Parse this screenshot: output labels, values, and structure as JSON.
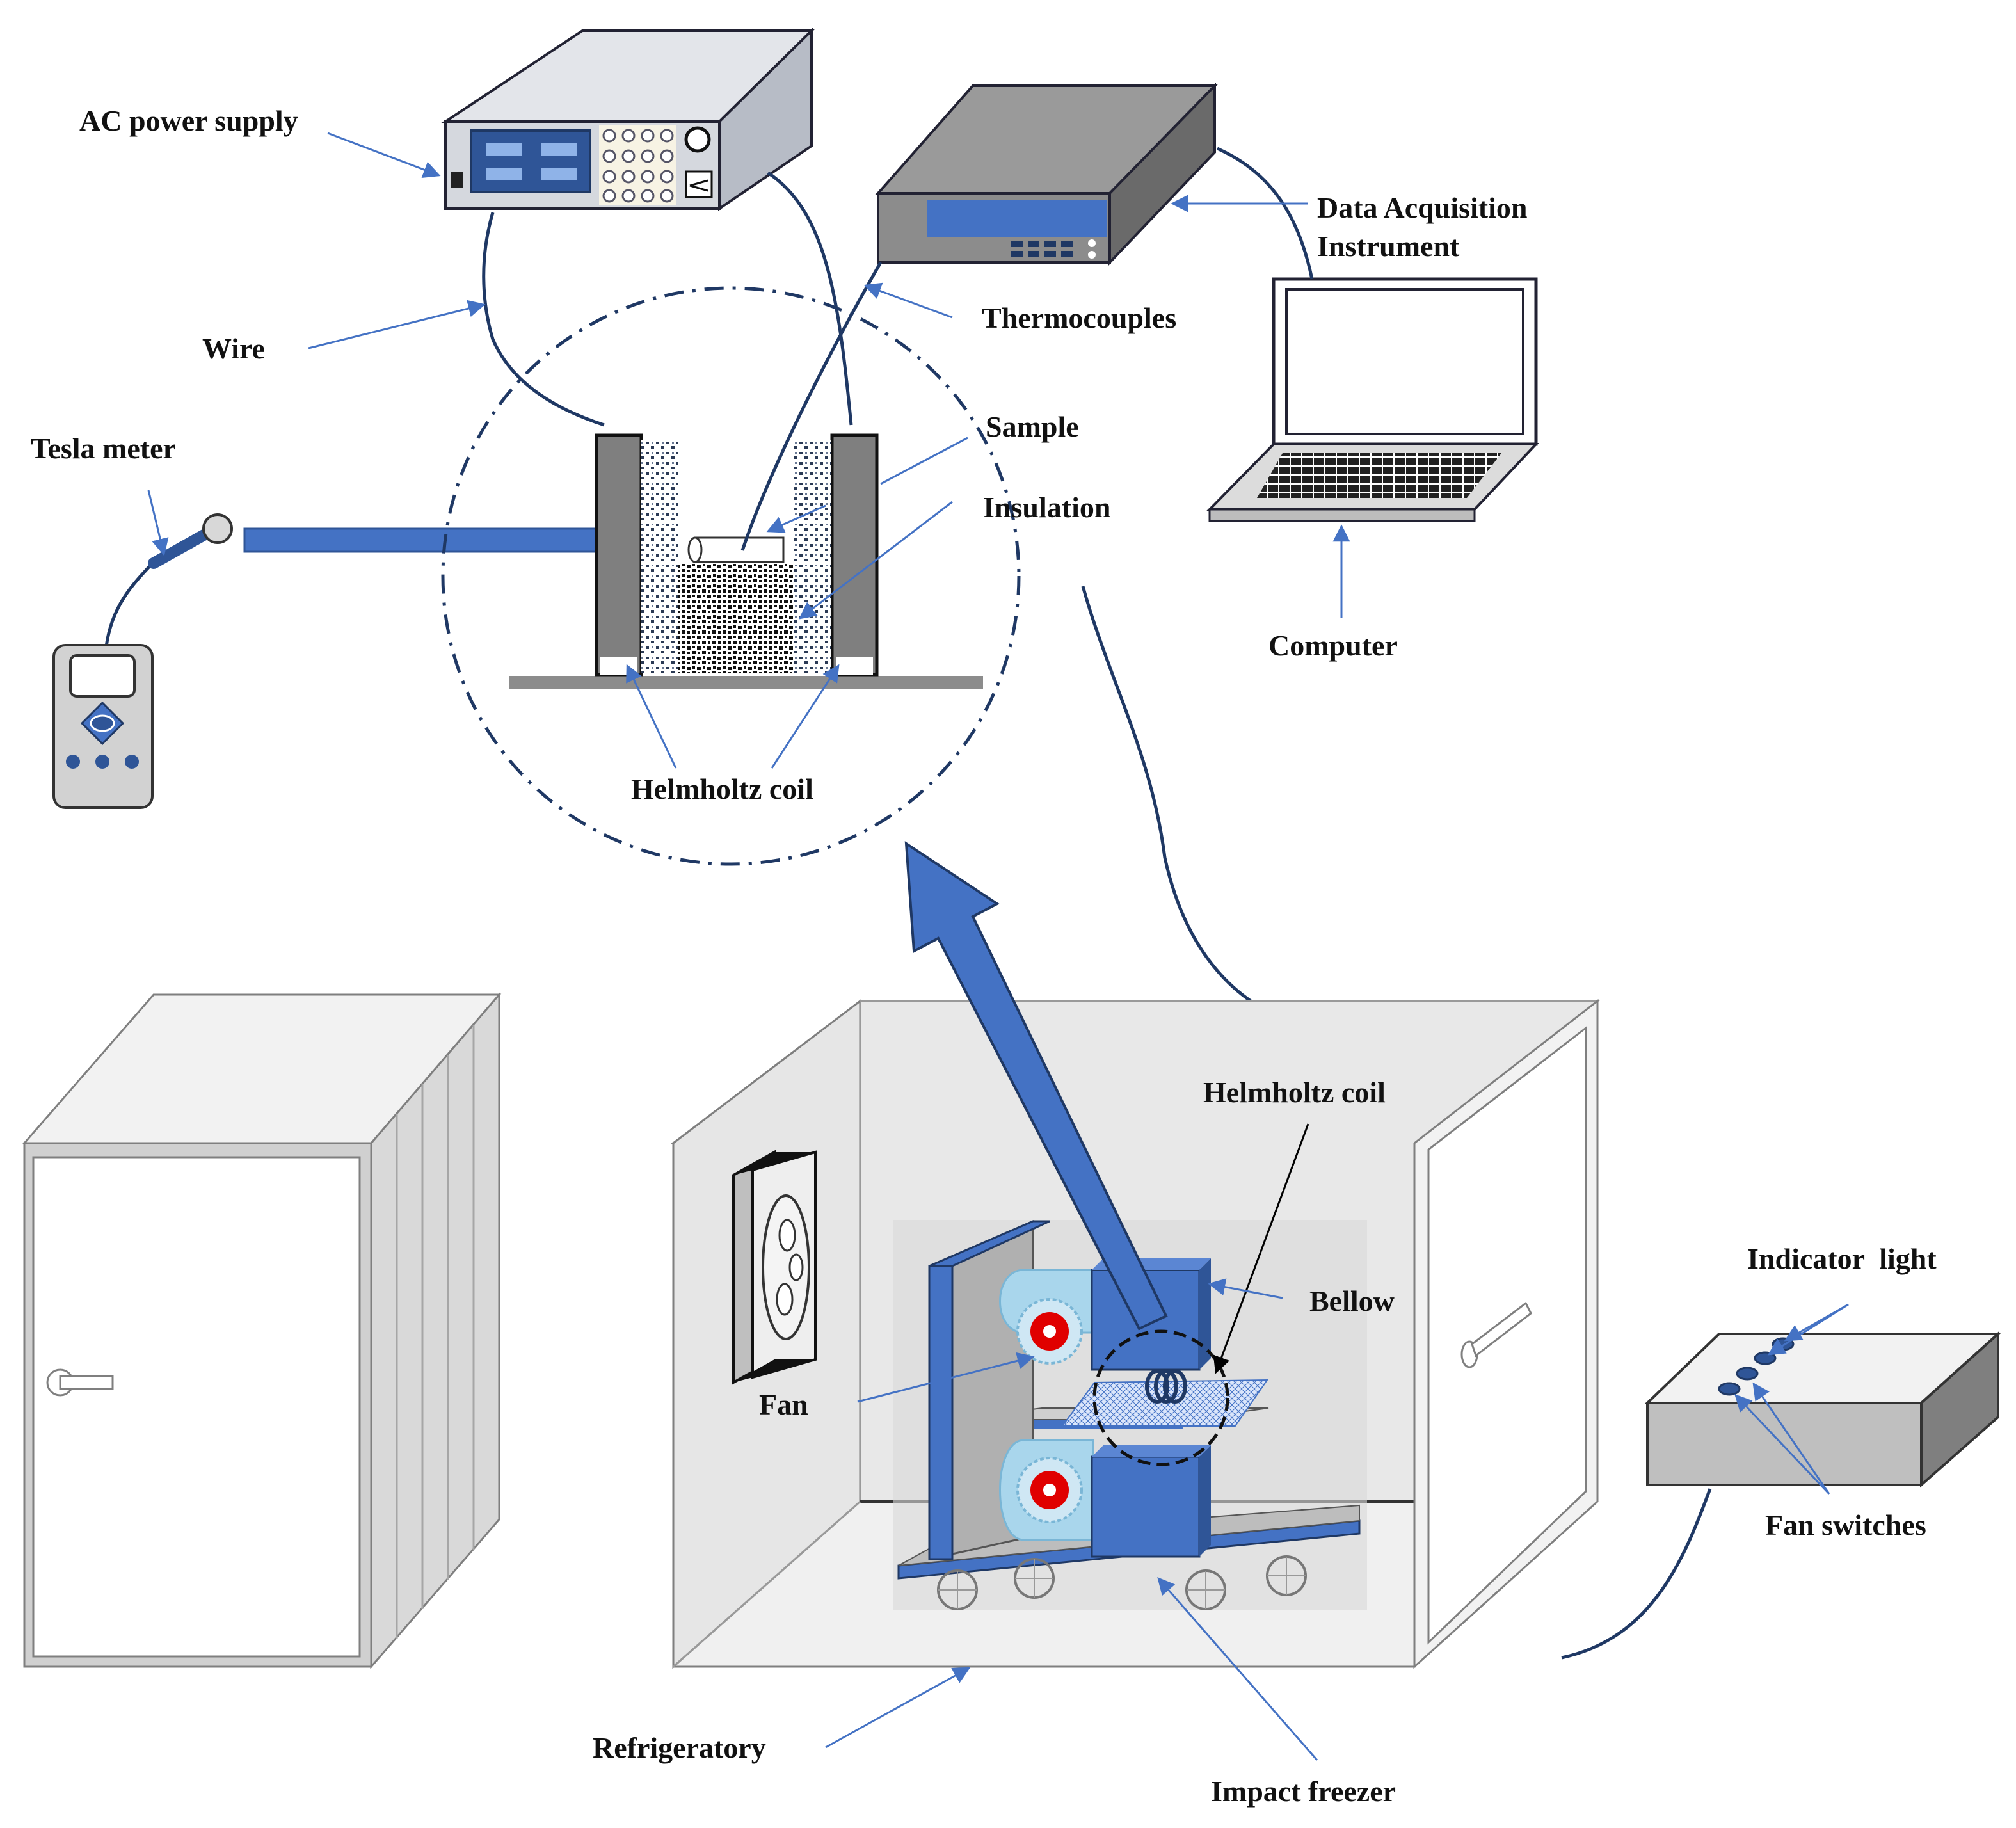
{
  "labels": {
    "ac_power_supply": "AC power supply",
    "data_acquisition_line1": "Data Acquisition",
    "data_acquisition_line2": "Instrument",
    "thermocouples": "Thermocouples",
    "wire": "Wire",
    "sample": "Sample",
    "insulation": "Insulation",
    "tesla_meter": "Tesla meter",
    "computer": "Computer",
    "helmholtz_coil_inset": "Helmholtz coil",
    "helmholtz_coil_chamber": "Helmholtz coil",
    "bellow": "Bellow",
    "fan": "Fan",
    "indicator_light": "Indicator  light",
    "fan_switches": "Fan switches",
    "refrigeratory": "Refrigeratory",
    "impact_freezer": "Impact freezer"
  },
  "colors": {
    "accent_blue": "#4472c4",
    "dark_blue": "#2f5597",
    "wire": "#1f3864",
    "fan_light_blue": "#a9d6ec",
    "fan_red": "#e00000",
    "device_grey": "#8c8c8c",
    "panel_grey": "#c8cbd0"
  },
  "icons": {
    "power_supply": "ac-power-supply-icon",
    "daq": "data-acquisition-icon",
    "laptop": "laptop-icon",
    "tesla_meter": "tesla-meter-icon",
    "refrigerator": "refrigerator-icon",
    "freezer": "impact-freezer-icon",
    "control_box": "control-box-icon",
    "fan": "fan-icon",
    "coil": "helmholtz-coil-icon"
  }
}
